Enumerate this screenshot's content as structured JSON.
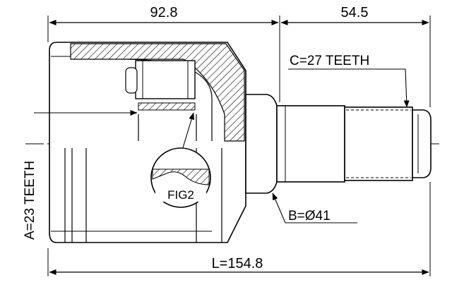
{
  "drawing": {
    "dimensions": {
      "top_left": "92.8",
      "top_right": "54.5",
      "bottom_total": "L=154.8"
    },
    "labels": {
      "spline_outer": "C=27 TEETH",
      "spline_inner": "A=23 TEETH",
      "diameter": "B=Ø41",
      "detail": "FIG2"
    }
  }
}
